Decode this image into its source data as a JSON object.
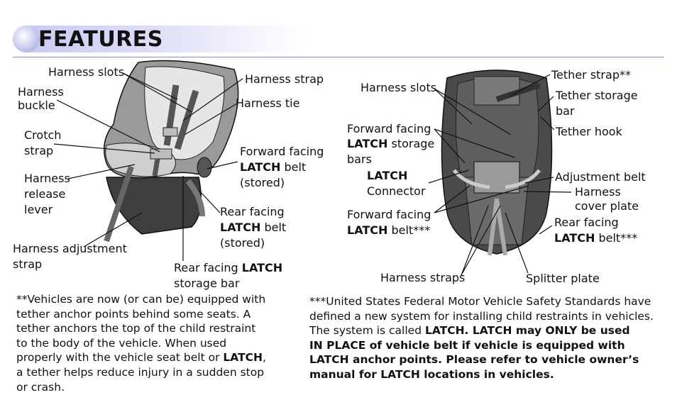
{
  "header": {
    "title": "FEATURES"
  },
  "left_labels": {
    "harness_slots": "Harness slots",
    "harness_buckle_1": "Harness",
    "harness_buckle_2": "buckle",
    "crotch_strap_1": "Crotch",
    "crotch_strap_2": "strap",
    "harness_release_1": "Harness",
    "harness_release_2": "release",
    "harness_release_3": "lever",
    "harness_adjust_1": "Harness adjustment",
    "harness_adjust_2": "strap",
    "harness_strap": "Harness strap",
    "harness_tie": "Harness tie",
    "fwd_latch_1": "Forward facing",
    "fwd_latch_2a": "LATCH",
    "fwd_latch_2b": " belt",
    "fwd_latch_3": "(stored)",
    "rear_latch_1": "Rear facing",
    "rear_latch_2a": "LATCH",
    "rear_latch_2b": " belt",
    "rear_latch_3": "(stored)",
    "rear_bar_1a": "Rear facing ",
    "rear_bar_1b": "LATCH",
    "rear_bar_2": "storage bar"
  },
  "right_labels": {
    "harness_slots": "Harness slots",
    "fwd_storage_1": "Forward facing",
    "fwd_storage_2a": "LATCH",
    "fwd_storage_2b": " storage",
    "fwd_storage_3": "bars",
    "latch_conn_1": "LATCH",
    "latch_conn_2": "Connector",
    "fwd_belt_1": "Forward facing",
    "fwd_belt_2a": "LATCH",
    "fwd_belt_2b": " belt***",
    "harness_straps": "Harness straps",
    "tether_strap": "Tether strap**",
    "tether_storage_1": "Tether storage",
    "tether_storage_2": "bar",
    "tether_hook": "Tether hook",
    "adjust_belt": "Adjustment belt",
    "cover_plate_1": "Harness",
    "cover_plate_2": "cover plate",
    "rear_belt_1": "Rear facing",
    "rear_belt_2a": "LATCH",
    "rear_belt_2b": " belt***",
    "splitter": "Splitter plate"
  },
  "notes": {
    "left": {
      "line1": "**Vehicles are now (or can be) equipped with",
      "line2": "tether anchor points behind some seats. A",
      "line3": "tether anchors the top of the child restraint",
      "line4": "to the body of the vehicle. When used",
      "line5a": "properly with the vehicle seat belt or ",
      "line5b": "LATCH",
      "line5c": ",",
      "line6": "a tether helps reduce injury in a sudden stop",
      "line7": "or crash."
    },
    "right": {
      "line1": "***United States Federal Motor Vehicle Safety Standards have",
      "line2": "defined a new system for installing child restraints in vehicles.",
      "line3a": "The system is called ",
      "line3b": "LATCH. LATCH may ONLY be used",
      "line4": "IN PLACE of vehicle belt if vehicle is equipped with",
      "line5": "LATCH  anchor points. Please refer to vehicle owner’s",
      "line6": "manual for LATCH locations in vehicles."
    }
  },
  "colors": {
    "header_band": "#c9c9f2",
    "rule": "#8a8ac4",
    "seat_shell": "#9a9a9a",
    "seat_dark": "#3a3a3a"
  }
}
